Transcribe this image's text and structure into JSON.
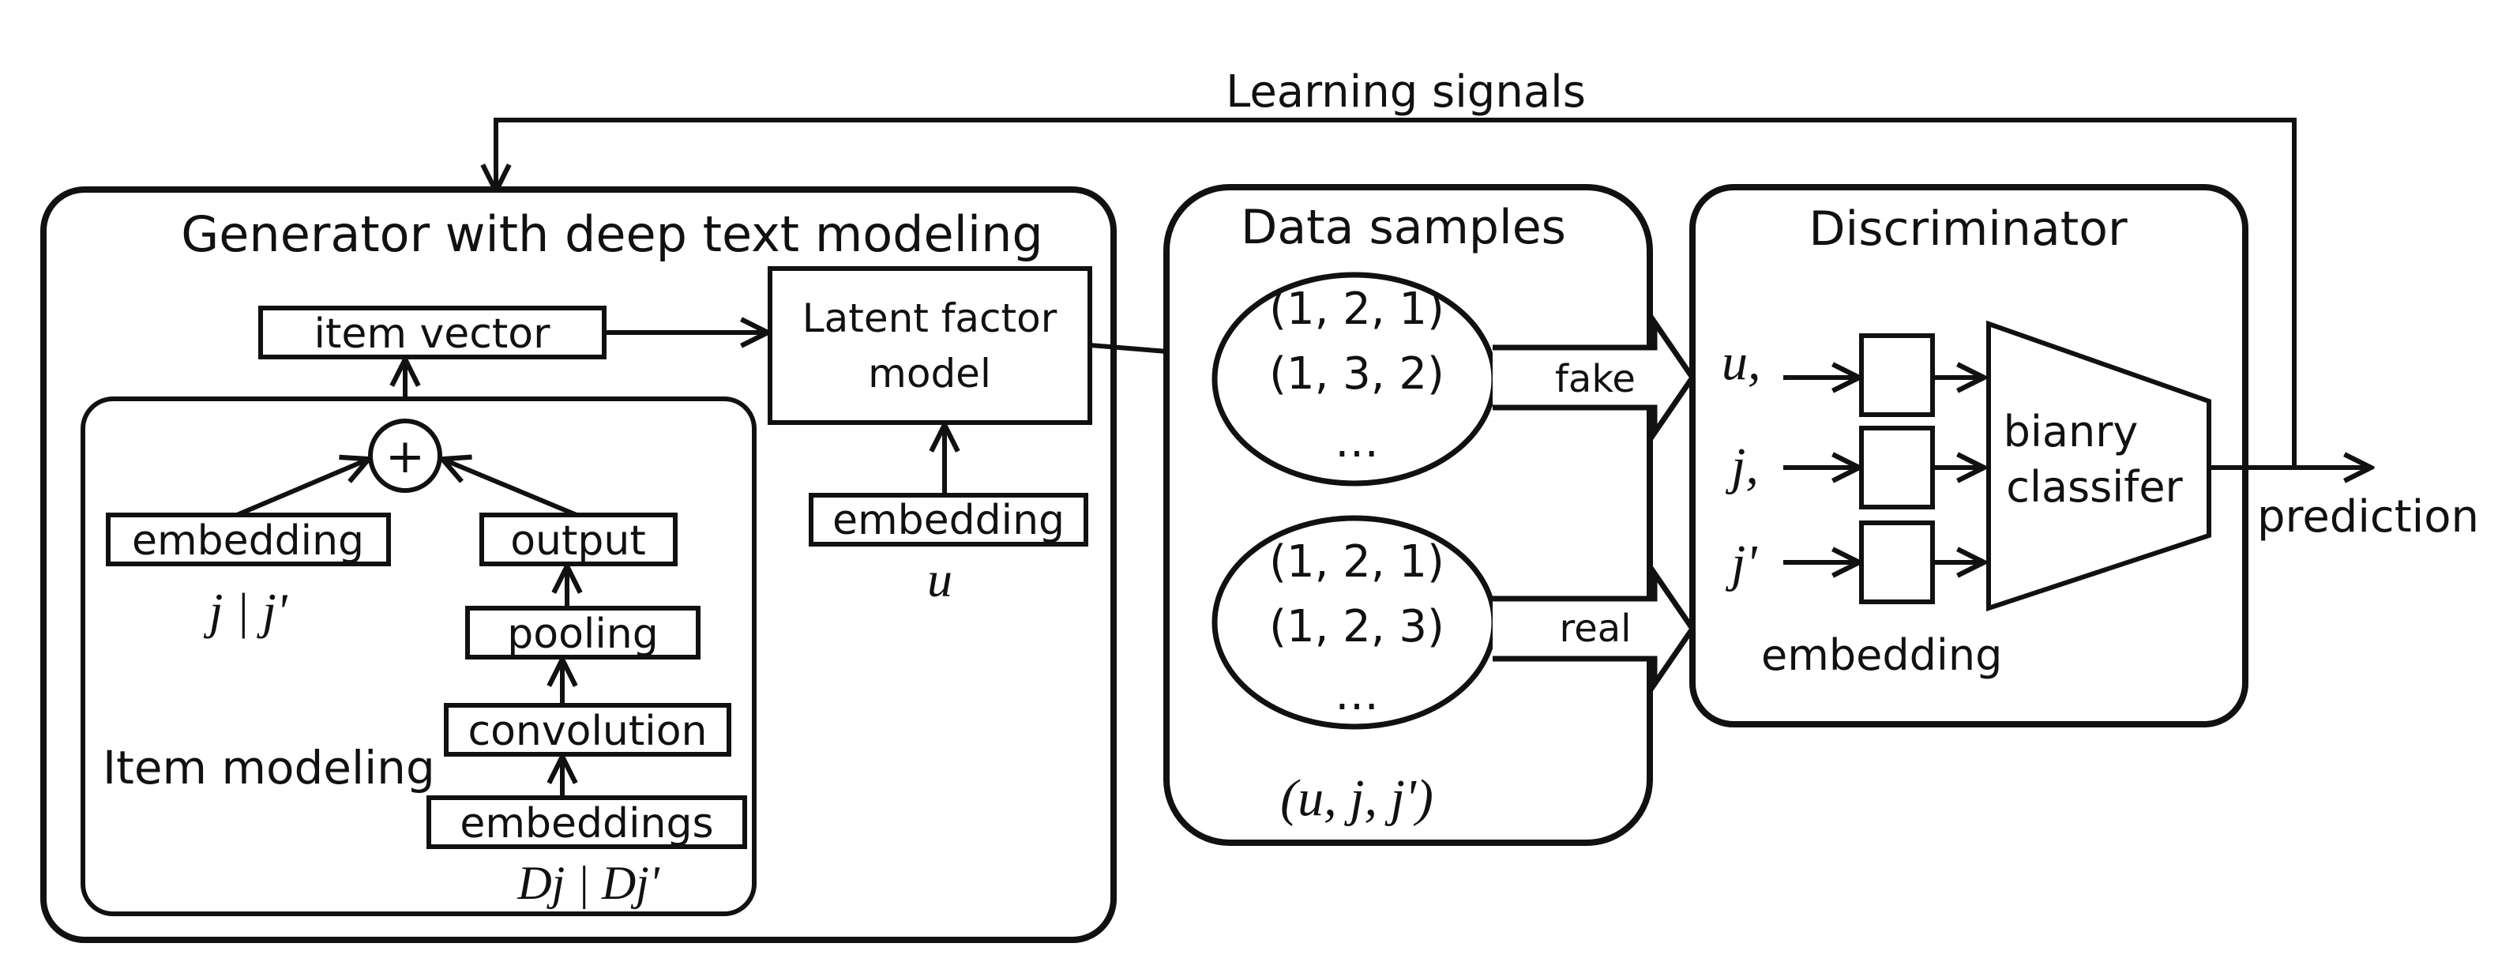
{
  "feedback": {
    "label": "Learning signals"
  },
  "generator": {
    "title": "Generator with deep text modeling",
    "item_vector": "item vector",
    "latent_factor_line1": "Latent factor",
    "latent_factor_line2": "model",
    "user_embedding": "embedding",
    "user_symbol": "u",
    "plus": "+",
    "item_embedding": "embedding",
    "item_embedding_symbol": "j | j'",
    "item_modeling": {
      "label": "Item modeling",
      "output": "output",
      "pooling": "pooling",
      "convolution": "convolution",
      "embeddings": "embeddings",
      "doc_symbol": "Dj | Dj'"
    }
  },
  "samples": {
    "title": "Data samples",
    "fake": {
      "rows": [
        "(1, 2, 1)",
        "(1, 3, 2)",
        "…"
      ],
      "label": "fake"
    },
    "real": {
      "rows": [
        "(1, 2, 1)",
        "(1, 2, 3)",
        "…"
      ],
      "label": "real"
    },
    "tuple": "(u, j, j')"
  },
  "discriminator": {
    "title": "Discriminator",
    "inputs": [
      "u,",
      "j,",
      "j'"
    ],
    "embedding_label": "embedding",
    "classifier_line1": "bianry",
    "classifier_line2": "classifer"
  },
  "output": {
    "label": "prediction"
  }
}
